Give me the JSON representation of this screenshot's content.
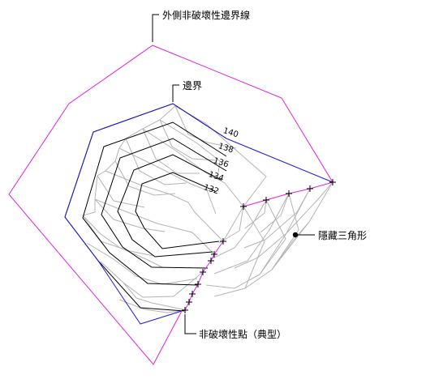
{
  "labels": {
    "outer_boundary": "外側非破壞性邊界線",
    "boundary": "邊界",
    "hidden_triangles": "隱藏三角形",
    "nonbreaking_points": "非破壞性點（典型）"
  },
  "contours": [
    "132",
    "134",
    "136",
    "138",
    "140"
  ],
  "colors": {
    "outer_boundary": "#e020e0",
    "boundary": "#1a1adc",
    "contour": "#000000",
    "triangle": "#b4b4b4",
    "breakline": "#e020e0"
  }
}
